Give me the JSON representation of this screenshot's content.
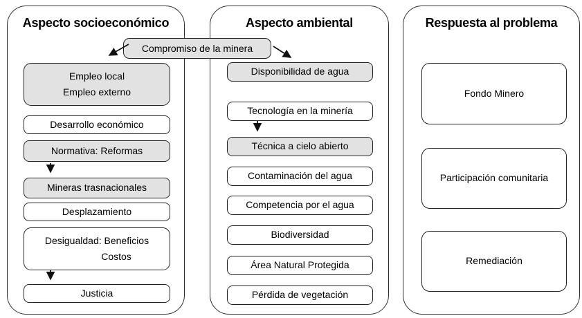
{
  "diagram": {
    "type": "flowchart",
    "language": "es"
  },
  "colors": {
    "highlight_fill": "#e2e2e2",
    "box_fill": "#ffffff",
    "line_color": "#1c1c1c",
    "text_color": "#000000"
  },
  "shared_box": {
    "label": "Compromiso de la minera",
    "highlighted": true
  },
  "panels": [
    {
      "id": "socioeconomico",
      "title": "Aspecto socioeconómico",
      "boxes": [
        {
          "lines": [
            "Empleo local",
            "Empleo externo"
          ],
          "highlighted": true
        },
        {
          "lines": [
            "Desarrollo económico"
          ],
          "highlighted": false
        },
        {
          "lines": [
            "Normativa: Reformas"
          ],
          "highlighted": true
        },
        {
          "lines": [
            "Mineras trasnacionales"
          ],
          "highlighted": true
        },
        {
          "lines": [
            "Desplazamiento"
          ],
          "highlighted": false
        },
        {
          "lines": [
            "Desigualdad: Beneficios",
            "Costos"
          ],
          "highlighted": false
        },
        {
          "lines": [
            "Justicia"
          ],
          "highlighted": false
        }
      ]
    },
    {
      "id": "ambiental",
      "title": "Aspecto ambiental",
      "boxes": [
        {
          "lines": [
            "Disponibilidad de agua"
          ],
          "highlighted": true
        },
        {
          "lines": [
            "Tecnología en la minería"
          ],
          "highlighted": false
        },
        {
          "lines": [
            "Técnica a cielo abierto"
          ],
          "highlighted": true
        },
        {
          "lines": [
            "Contaminación del agua"
          ],
          "highlighted": false
        },
        {
          "lines": [
            "Competencia por el agua"
          ],
          "highlighted": false
        },
        {
          "lines": [
            "Biodiversidad"
          ],
          "highlighted": false
        },
        {
          "lines": [
            "Área Natural Protegida"
          ],
          "highlighted": false
        },
        {
          "lines": [
            "Pérdida de vegetación"
          ],
          "highlighted": false
        }
      ]
    },
    {
      "id": "respuesta",
      "title": "Respuesta al problema",
      "boxes": [
        {
          "lines": [
            "Fondo Minero"
          ],
          "highlighted": false
        },
        {
          "lines": [
            "Participación comunitaria"
          ],
          "highlighted": false
        },
        {
          "lines": [
            "Remediación"
          ],
          "highlighted": false
        }
      ]
    }
  ],
  "edges": [
    {
      "from": "Compromiso de la minera",
      "to": "Empleo local / Empleo externo"
    },
    {
      "from": "Compromiso de la minera",
      "to": "Disponibilidad de agua"
    },
    {
      "from": "Normativa: Reformas",
      "to": "Mineras trasnacionales"
    },
    {
      "from": "Desigualdad: Beneficios Costos",
      "to": "Justicia"
    },
    {
      "from": "Tecnología en la minería",
      "to": "Técnica a cielo abierto"
    }
  ]
}
